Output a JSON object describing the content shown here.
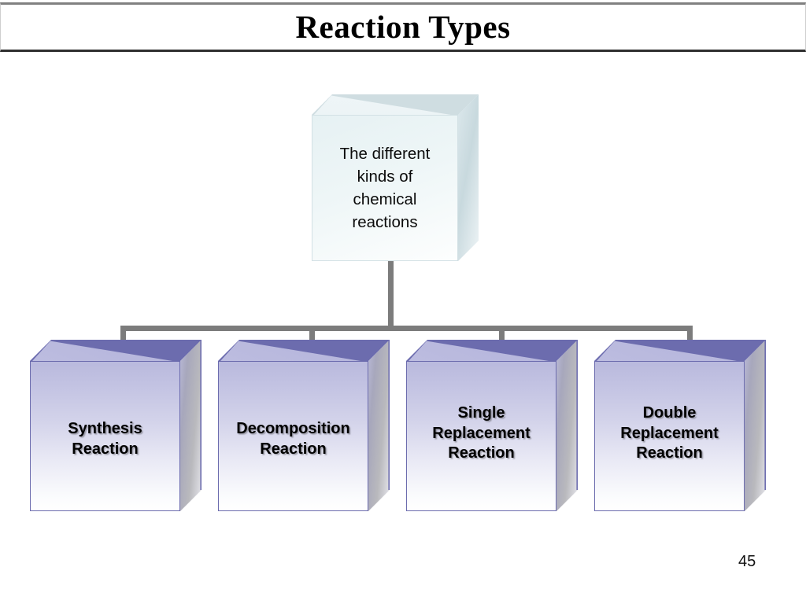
{
  "slide": {
    "title": "Reaction Types",
    "page_number": "45",
    "background_color": "#ffffff"
  },
  "diagram": {
    "type": "organization-chart",
    "connector_color": "#7c7c7c",
    "root": {
      "label": "The different kinds of chemical reactions",
      "lines": [
        "The different",
        "kinds of",
        "chemical",
        "reactions"
      ],
      "fill_color": "#eef6f7",
      "border_color": "#d3e1e5"
    },
    "children": [
      {
        "label": "Synthesis Reaction",
        "lines": [
          "Synthesis",
          "Reaction"
        ],
        "fill_color": "#c4c4e3",
        "border_color": "#6c6cae"
      },
      {
        "label": "Decomposition Reaction",
        "lines": [
          "Decomposition",
          "Reaction"
        ],
        "fill_color": "#c4c4e3",
        "border_color": "#6c6cae"
      },
      {
        "label": "Single Replacement Reaction",
        "lines": [
          "Single",
          "Replacement",
          "Reaction"
        ],
        "fill_color": "#c4c4e3",
        "border_color": "#6c6cae"
      },
      {
        "label": "Double Replacement Reaction",
        "lines": [
          "Double",
          "Replacement",
          "Reaction"
        ],
        "fill_color": "#c4c4e3",
        "border_color": "#6c6cae"
      }
    ]
  }
}
